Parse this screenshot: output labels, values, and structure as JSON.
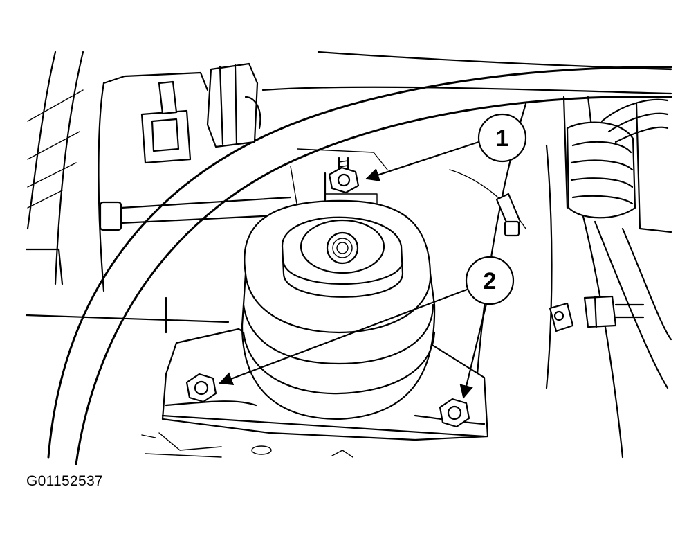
{
  "figure": {
    "id_label": "G01152537"
  },
  "callouts": [
    {
      "number": "1",
      "target": "upper-nut"
    },
    {
      "number": "2",
      "target": "mount-bracket-bolts"
    }
  ],
  "icons": [
    "callout-1-icon",
    "callout-2-icon"
  ]
}
